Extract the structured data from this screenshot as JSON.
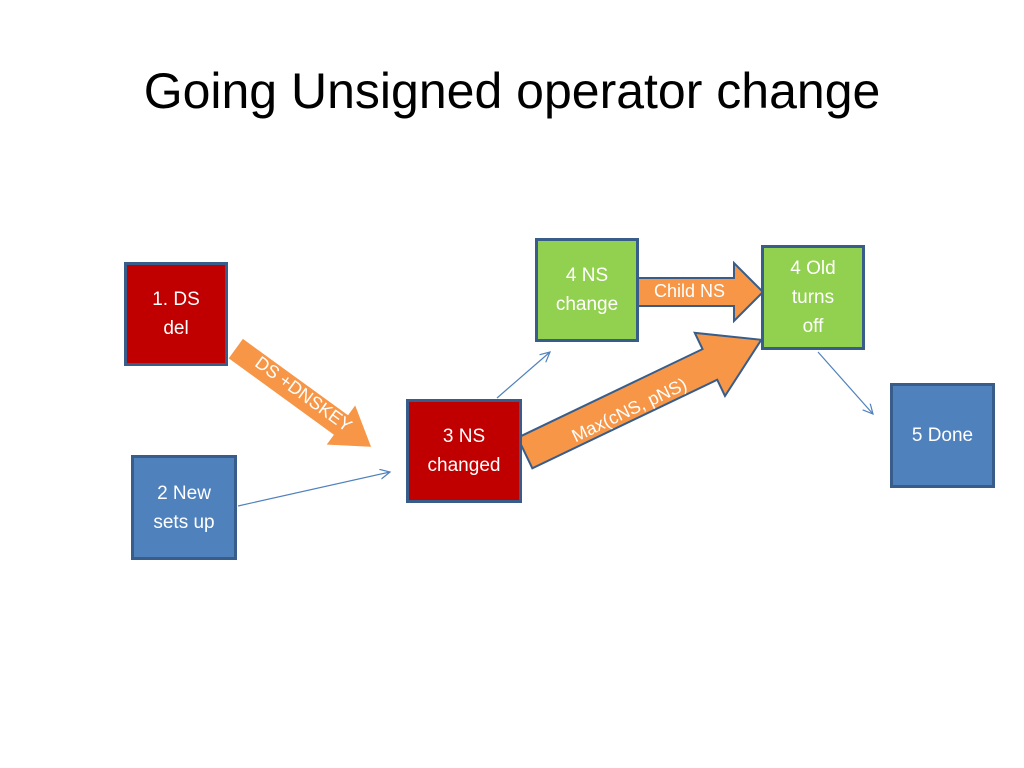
{
  "slide": {
    "title": "Going Unsigned operator change"
  },
  "boxes": {
    "ds_del": "1. DS\ndel",
    "new_sets_up": "2 New\nsets up",
    "ns_changed": "3 NS\nchanged",
    "ns_change": "4 NS\nchange",
    "old_turns_off": "4 Old\nturns\noff",
    "done": "5 Done"
  },
  "arrows": {
    "ds_dnskey": "DS +DNSKEY",
    "max": "Max(cNS, pNS)",
    "child_ns": "Child NS"
  },
  "colors": {
    "red": "#c00000",
    "blue": "#4f81bd",
    "green": "#92d050",
    "orange": "#f79646",
    "border": "#385d8a"
  }
}
